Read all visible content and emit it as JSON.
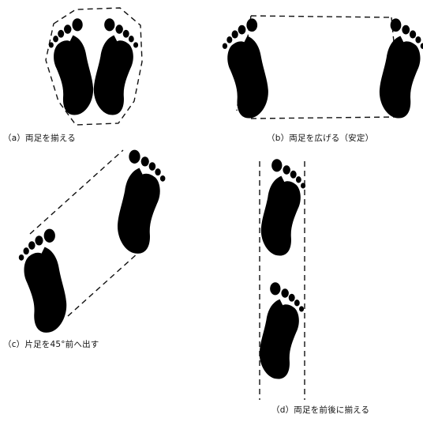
{
  "figure": {
    "panels": [
      {
        "id": "a",
        "caption": "（a）両足を揃える"
      },
      {
        "id": "b",
        "caption": "（b）両足を広げる（安定）"
      },
      {
        "id": "c",
        "caption": "（c）片足を45°前へ出す"
      },
      {
        "id": "d",
        "caption": "（d）両足を前後に揃える"
      }
    ],
    "colors": {
      "ink": "#111111",
      "background": "#ffffff"
    },
    "icons": [
      "left-footprint-icon",
      "right-footprint-icon"
    ]
  }
}
